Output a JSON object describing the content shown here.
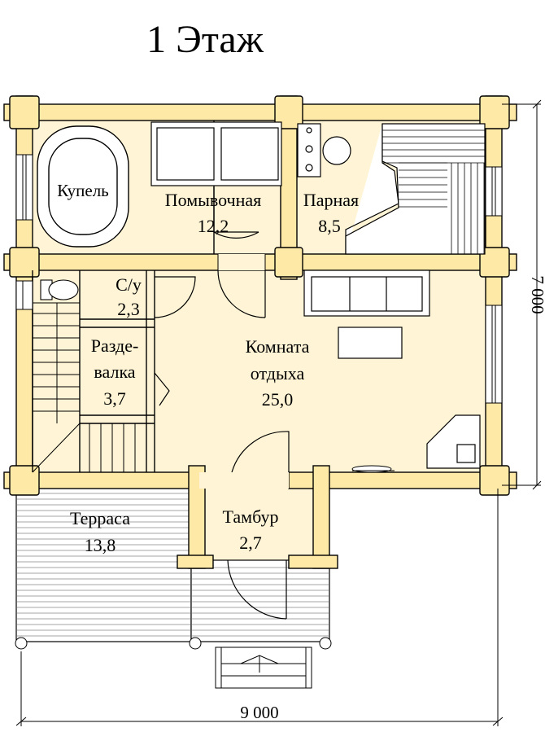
{
  "title": "1 Этаж",
  "dimensions": {
    "width": "9 000",
    "height": "7 000"
  },
  "rooms": [
    {
      "id": "kupel",
      "name": "Купель",
      "area": ""
    },
    {
      "id": "pomyvochnaya",
      "name": "Помывочная",
      "area": "12,2"
    },
    {
      "id": "parnaya",
      "name": "Парная",
      "area": "8,5"
    },
    {
      "id": "su",
      "name": "С/у",
      "area": "2,3"
    },
    {
      "id": "razdevalka",
      "name": "Разде-",
      "name2": "валка",
      "area": "3,7"
    },
    {
      "id": "komnata",
      "name": "Комната",
      "name2": "отдыха",
      "area": "25,0"
    },
    {
      "id": "terrasa",
      "name": "Терраса",
      "area": "13,8"
    },
    {
      "id": "tambur",
      "name": "Тамбур",
      "area": "2,7"
    }
  ],
  "colors": {
    "log": "#FFE9A6",
    "floor": "#FFF5D6",
    "line": "#000000"
  }
}
